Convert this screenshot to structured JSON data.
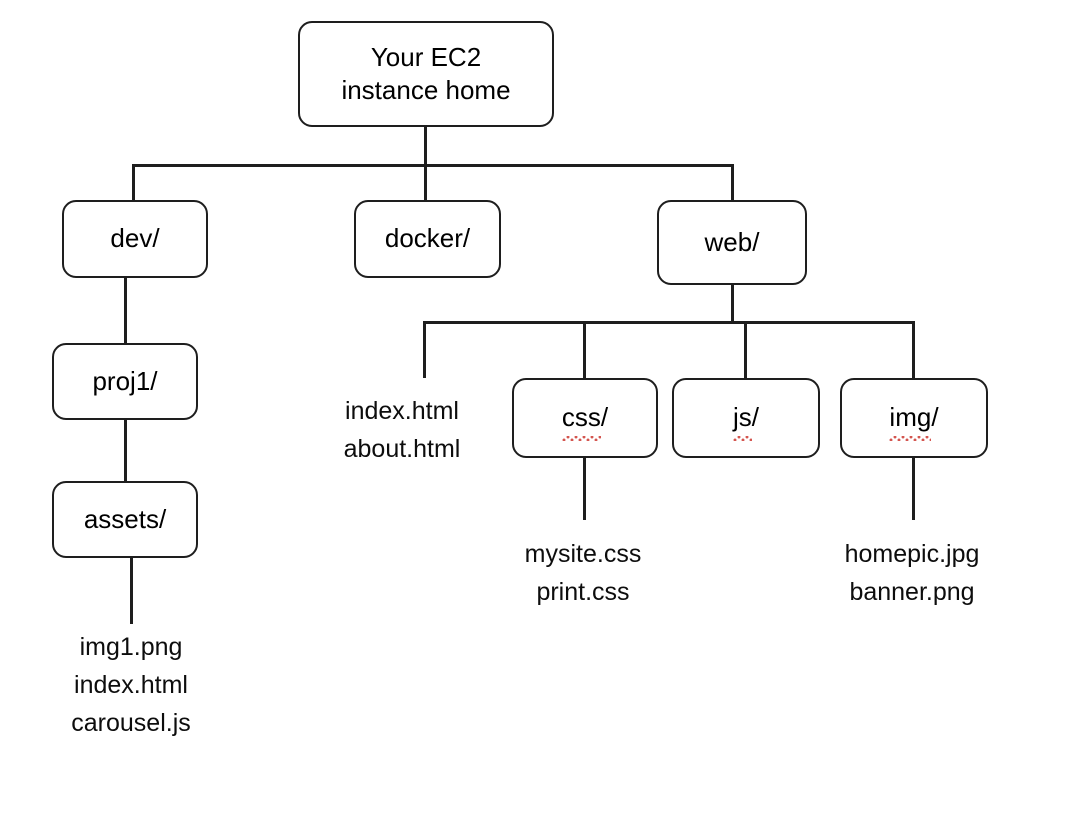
{
  "diagram": {
    "title": "EC2 instance home directory tree",
    "background": "#ffffff",
    "line_color": "#1e1e1e",
    "text_color": "#000000",
    "spellcheck_underline_color": "#d4554f",
    "root": {
      "label": "Your EC2\ninstance home"
    },
    "level1": [
      {
        "label": "dev/",
        "misspelled": false
      },
      {
        "label": "docker/",
        "misspelled": false
      },
      {
        "label": "web/",
        "misspelled": false
      }
    ],
    "dev_branch": [
      {
        "label": "proj1/",
        "misspelled": false
      },
      {
        "label": "assets/",
        "misspelled": false
      }
    ],
    "web_branch": [
      {
        "label": "css/",
        "misspelled": true,
        "underline_word": "css"
      },
      {
        "label": "js/",
        "misspelled": true,
        "underline_word": "js"
      },
      {
        "label": "img/",
        "misspelled": true,
        "underline_word": "img"
      }
    ],
    "files": {
      "assets_files": "img1.png\nindex.html\ncarousel.js",
      "web_root_files": "index.html\nabout.html",
      "css_files": "mysite.css\nprint.css",
      "img_files": "homepic.jpg\nbanner.png"
    }
  }
}
